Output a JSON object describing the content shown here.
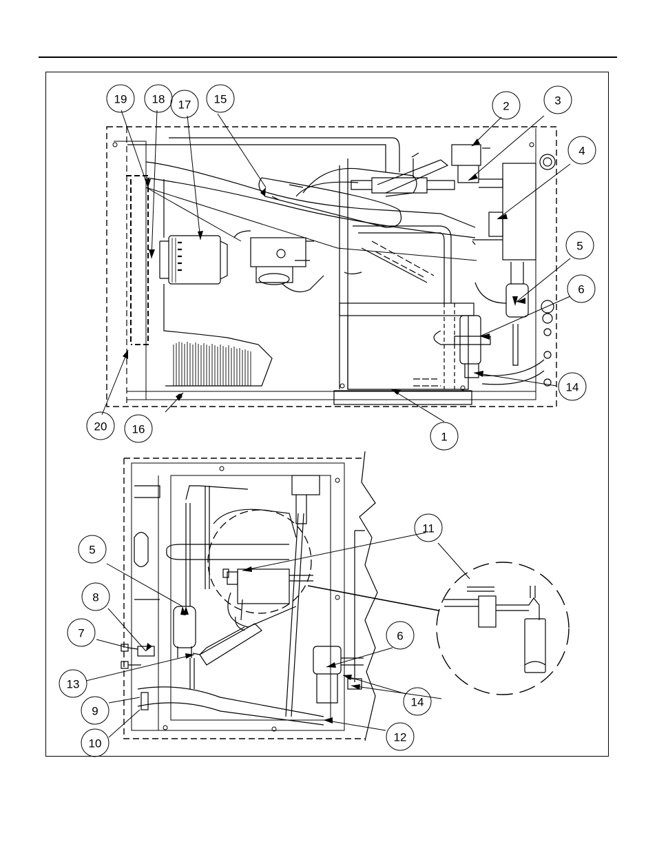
{
  "colors": {
    "ink": "#000000",
    "paper": "#ffffff"
  },
  "callouts": {
    "c1": "1",
    "c2": "2",
    "c3": "3",
    "c4": "4",
    "c5": "5",
    "c6": "6",
    "c14": "14",
    "c15": "15",
    "c16": "16",
    "c17": "17",
    "c18": "18",
    "c19": "19",
    "c20": "20",
    "b5": "5",
    "b6": "6",
    "b7": "7",
    "b8": "8",
    "b9": "9",
    "b10": "10",
    "b11": "11",
    "b12": "12",
    "b13": "13",
    "b14": "14"
  }
}
